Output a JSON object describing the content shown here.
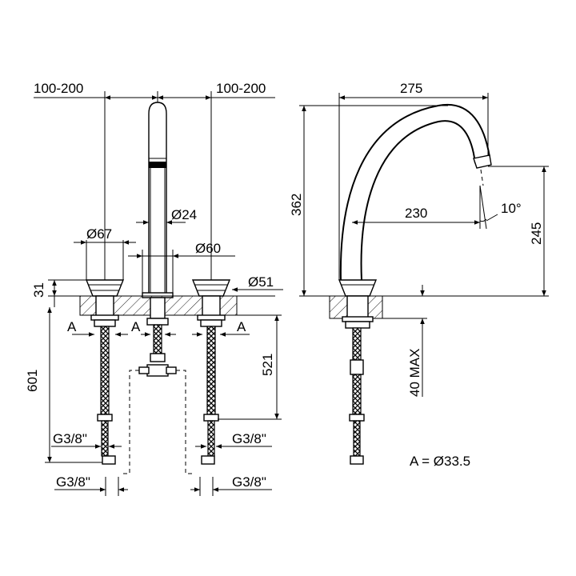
{
  "front_view": {
    "spacing_left": "100-200",
    "spacing_right": "100-200",
    "spout_diameter": "Ø24",
    "handle_diameter": "Ø67",
    "base_diameter": "Ø60",
    "flange_diameter": "Ø51",
    "handle_height": "31",
    "total_depth": "601",
    "hose_length": "521",
    "thread_left_upper": "G3/8\"",
    "thread_right_upper": "G3/8\"",
    "thread_left_lower": "G3/8\"",
    "thread_right_lower": "G3/8\"",
    "hole_label_1": "A",
    "hole_label_2": "A",
    "hole_label_3": "A"
  },
  "side_view": {
    "spout_reach": "275",
    "spout_height": "362",
    "outlet_reach": "230",
    "outlet_angle": "10°",
    "outlet_height": "245",
    "max_deck_thickness": "40 MAX"
  },
  "legend": {
    "hole_note": "A = Ø33.5"
  }
}
